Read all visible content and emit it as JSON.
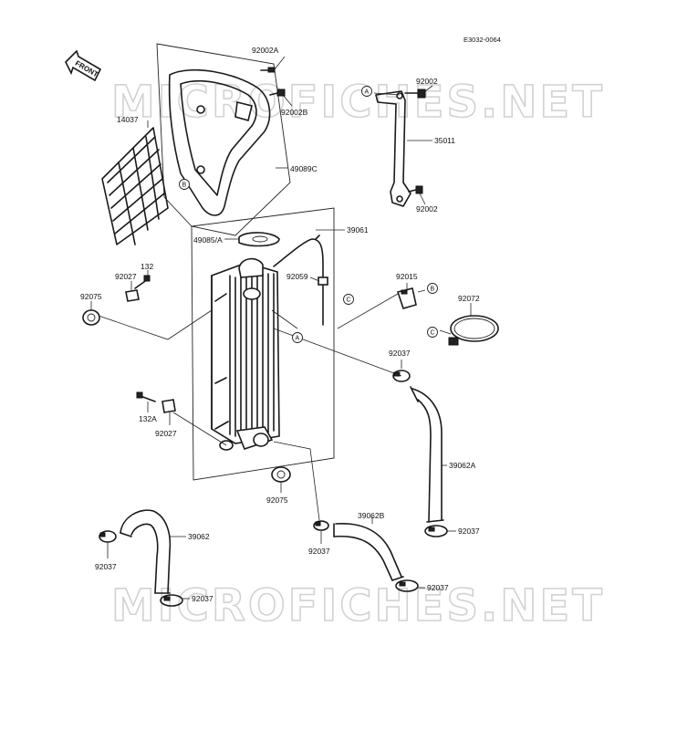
{
  "diagram_code": "E3032-0064",
  "watermark": "MICROFICHES.NET",
  "front_arrow_label": "FRONT",
  "labels": {
    "p92002A": "92002A",
    "p92002B": "92002B",
    "p14037": "14037",
    "p49089C": "49089C",
    "p92002_top": "92002",
    "p35011": "35011",
    "p92002_bot": "92002",
    "p49085A": "49085/A",
    "p39061": "39061",
    "p92059": "92059",
    "p92015": "92015",
    "p92072": "92072",
    "p92027_top": "92027",
    "p132": "132",
    "p92075_left": "92075",
    "p92037_mid": "92037",
    "p132A": "132A",
    "p92027_bot": "92027",
    "p39062A": "39062A",
    "p92075_bot": "92075",
    "p39062B": "39062B",
    "p92037_right": "92037",
    "p39062": "39062",
    "p92037_left": "92037",
    "p92037_center": "92037",
    "p92037_lowright": "92037",
    "p92037_bottom": "92037"
  },
  "callouts": {
    "A1": "A",
    "A2": "A",
    "B1": "B",
    "B2": "B",
    "C1": "C",
    "C2": "C"
  }
}
